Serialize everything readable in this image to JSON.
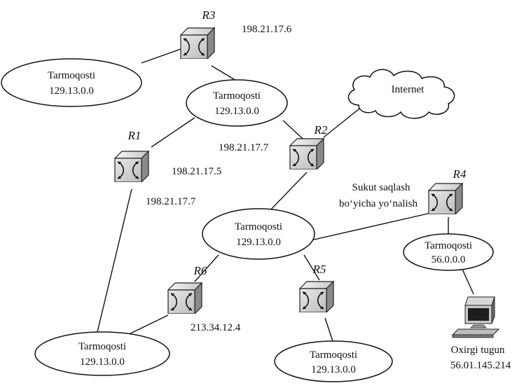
{
  "routers": {
    "r3": "R3",
    "r1": "R1",
    "r2": "R2",
    "r4": "R4",
    "r5": "R5",
    "r6": "R6"
  },
  "networks": {
    "top_left": {
      "name": "Tarmoqosti",
      "address": "129.13.0.0"
    },
    "top_center": {
      "name": "Tarmoqosti",
      "address": "129.13.0.0"
    },
    "center": {
      "name": "Tarmoqosti",
      "address": "129.13.0.0"
    },
    "right": {
      "name": "Tarmoqosti",
      "address": "56.0.0.0"
    },
    "bottom_left": {
      "name": "Tarmoqosti",
      "address": "129.13.0.0"
    },
    "bottom_center": {
      "name": "Tarmoqosti",
      "address": "129.13.0.0"
    }
  },
  "interface_addresses": {
    "r3": "198.21.17.6",
    "r1_right": "198.21.17.5",
    "r1_bottom": "198.21.17.7",
    "r2": "198.21.17.7",
    "r6": "213.34.12.4"
  },
  "internet": "Internet",
  "default_route": {
    "line1": "Sukut saqlash",
    "line2": "bo‘yicha yo‘nalish"
  },
  "end_node": {
    "name": "Oxirgi tugun",
    "address": "56.01.145.214"
  },
  "icons": {
    "router": "router-icon",
    "cloud": "cloud-icon",
    "computer": "computer-icon"
  },
  "colors": {
    "line": "#111111",
    "router_light": "#ececec",
    "router_dark": "#7a7a7a"
  }
}
